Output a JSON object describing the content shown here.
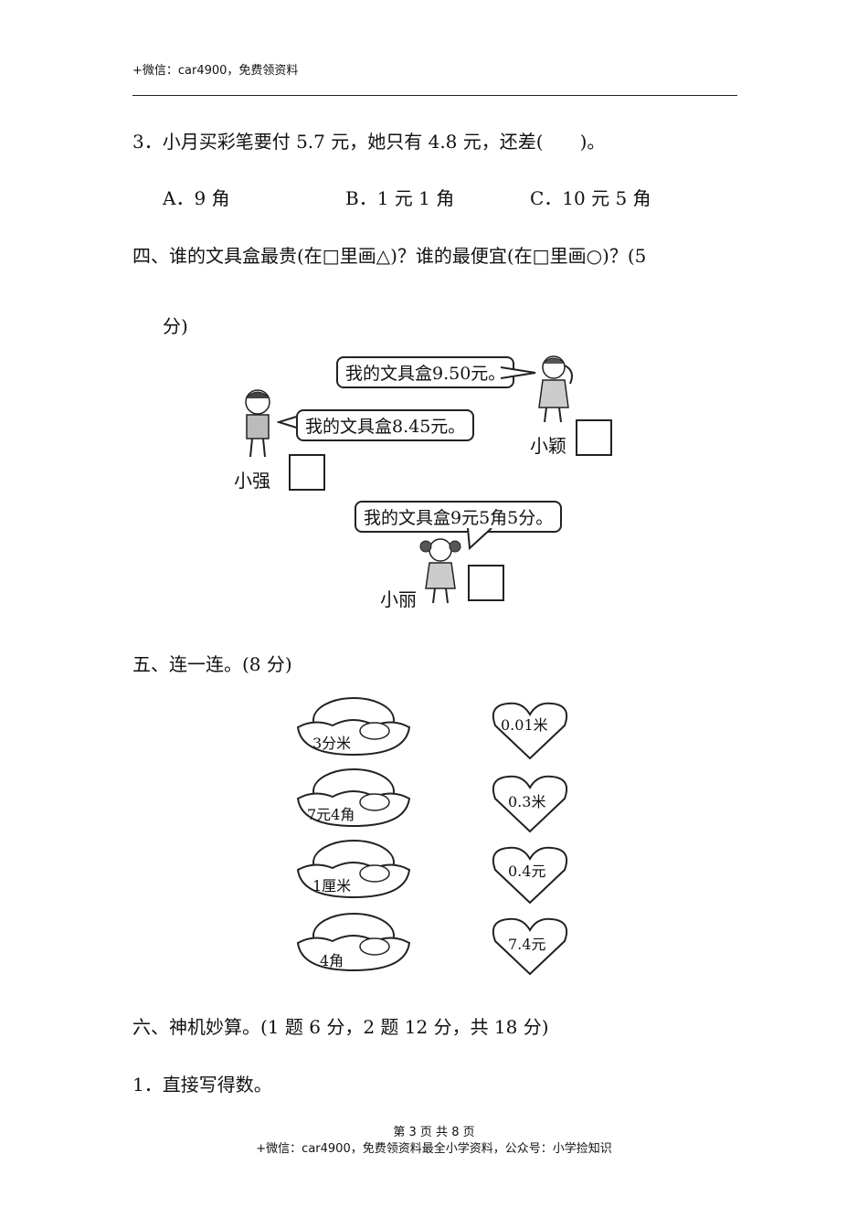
{
  "header": {
    "text": "+微信：car4900，免费领资料"
  },
  "q3": {
    "text": "3．小月买彩笔要付 5.7 元，她只有 4.8 元，还差(　　)。",
    "option_a": "A．9 角",
    "option_b": "B．1 元 1 角",
    "option_c": "C．10 元 5 角"
  },
  "section4": {
    "title_line1": "四、谁的文具盒最贵(在□里画△)？谁的最便宜(在□里画○)？(5",
    "title_line2": "分)",
    "bubble_yingying": "我的文具盒9.50元。",
    "bubble_xiaoqiang": "我的文具盒8.45元。",
    "bubble_xiaoli": "我的文具盒9元5角5分。",
    "name_xiaoying": "小颖",
    "name_xiaoqiang": "小强",
    "name_xiaoli": "小丽"
  },
  "section5": {
    "title": "五、连一连。(8 分)",
    "baskets": [
      "3分米",
      "7元4角",
      "1厘米",
      "4角"
    ],
    "hearts": [
      "0.01米",
      "0.3米",
      "0.4元",
      "7.4元"
    ]
  },
  "section6": {
    "title": "六、神机妙算。(1 题 6 分，2 题 12 分，共 18 分)",
    "sub1": "1．直接写得数。"
  },
  "footer": {
    "page": "第 3 页 共 8 页",
    "note": "+微信：car4900，免费领资料最全小学资料，公众号：小学捡知识"
  }
}
